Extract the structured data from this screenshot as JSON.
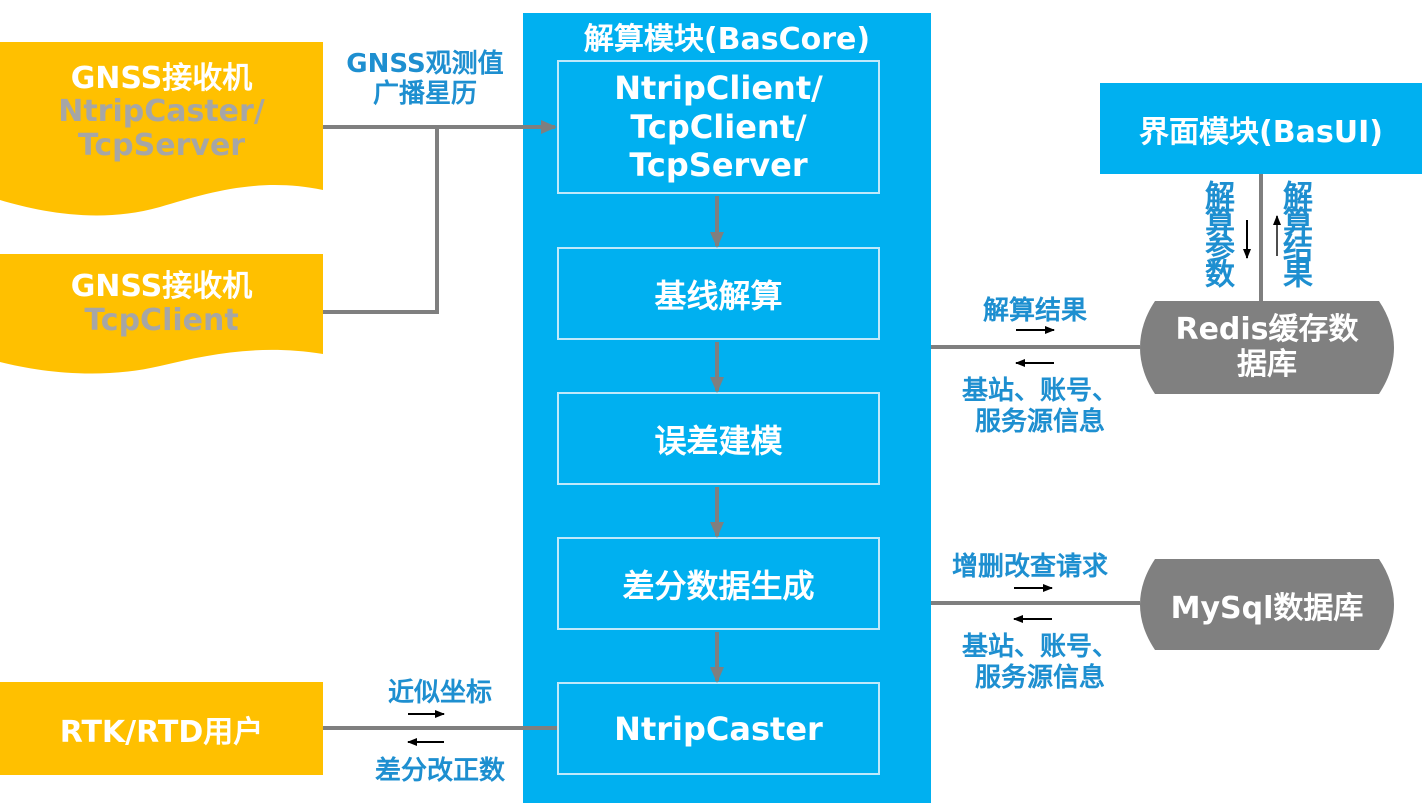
{
  "title": "GNSS base-station system architecture",
  "colors": {
    "core_blue": "#00b0f0",
    "source_yellow": "#ffc000",
    "db_gray": "#808080",
    "connector_gray": "#7f7f7f",
    "label_blue": "#1e8fd0",
    "subtitle_gray": "#a6a6a6"
  },
  "sources": [
    {
      "title": "GNSS接收机",
      "subtitle_lines": [
        "NtripCaster/",
        "TcpServer"
      ]
    },
    {
      "title": "GNSS接收机",
      "subtitle_lines": [
        "TcpClient"
      ]
    }
  ],
  "source_link_label": [
    "GNSS观测值",
    "广播星历"
  ],
  "core_module": {
    "title": "解算模块(BasCore)",
    "steps": [
      {
        "lines": [
          "NtripClient/",
          "TcpClient/",
          "TcpServer"
        ]
      },
      {
        "lines": [
          "基线解算"
        ]
      },
      {
        "lines": [
          "误差建模"
        ]
      },
      {
        "lines": [
          "差分数据生成"
        ]
      },
      {
        "lines": [
          "NtripCaster"
        ]
      }
    ]
  },
  "user": {
    "label": "RTK/RTD用户",
    "link_forward": "近似坐标",
    "link_backward": "差分改正数"
  },
  "ui_module": {
    "label": "界面模块(BasUI)"
  },
  "ui_redis_link": {
    "down_label": "解算参数",
    "up_label": "解算结果"
  },
  "redis": {
    "lines": [
      "Redis缓存数",
      "据库"
    ],
    "link_forward": "解算结果",
    "link_backward": [
      "基站、账号、",
      "服务源信息"
    ]
  },
  "mysql": {
    "label": "MySql数据库",
    "link_forward": "增删改查请求",
    "link_backward": [
      "基站、账号、",
      "服务源信息"
    ]
  }
}
